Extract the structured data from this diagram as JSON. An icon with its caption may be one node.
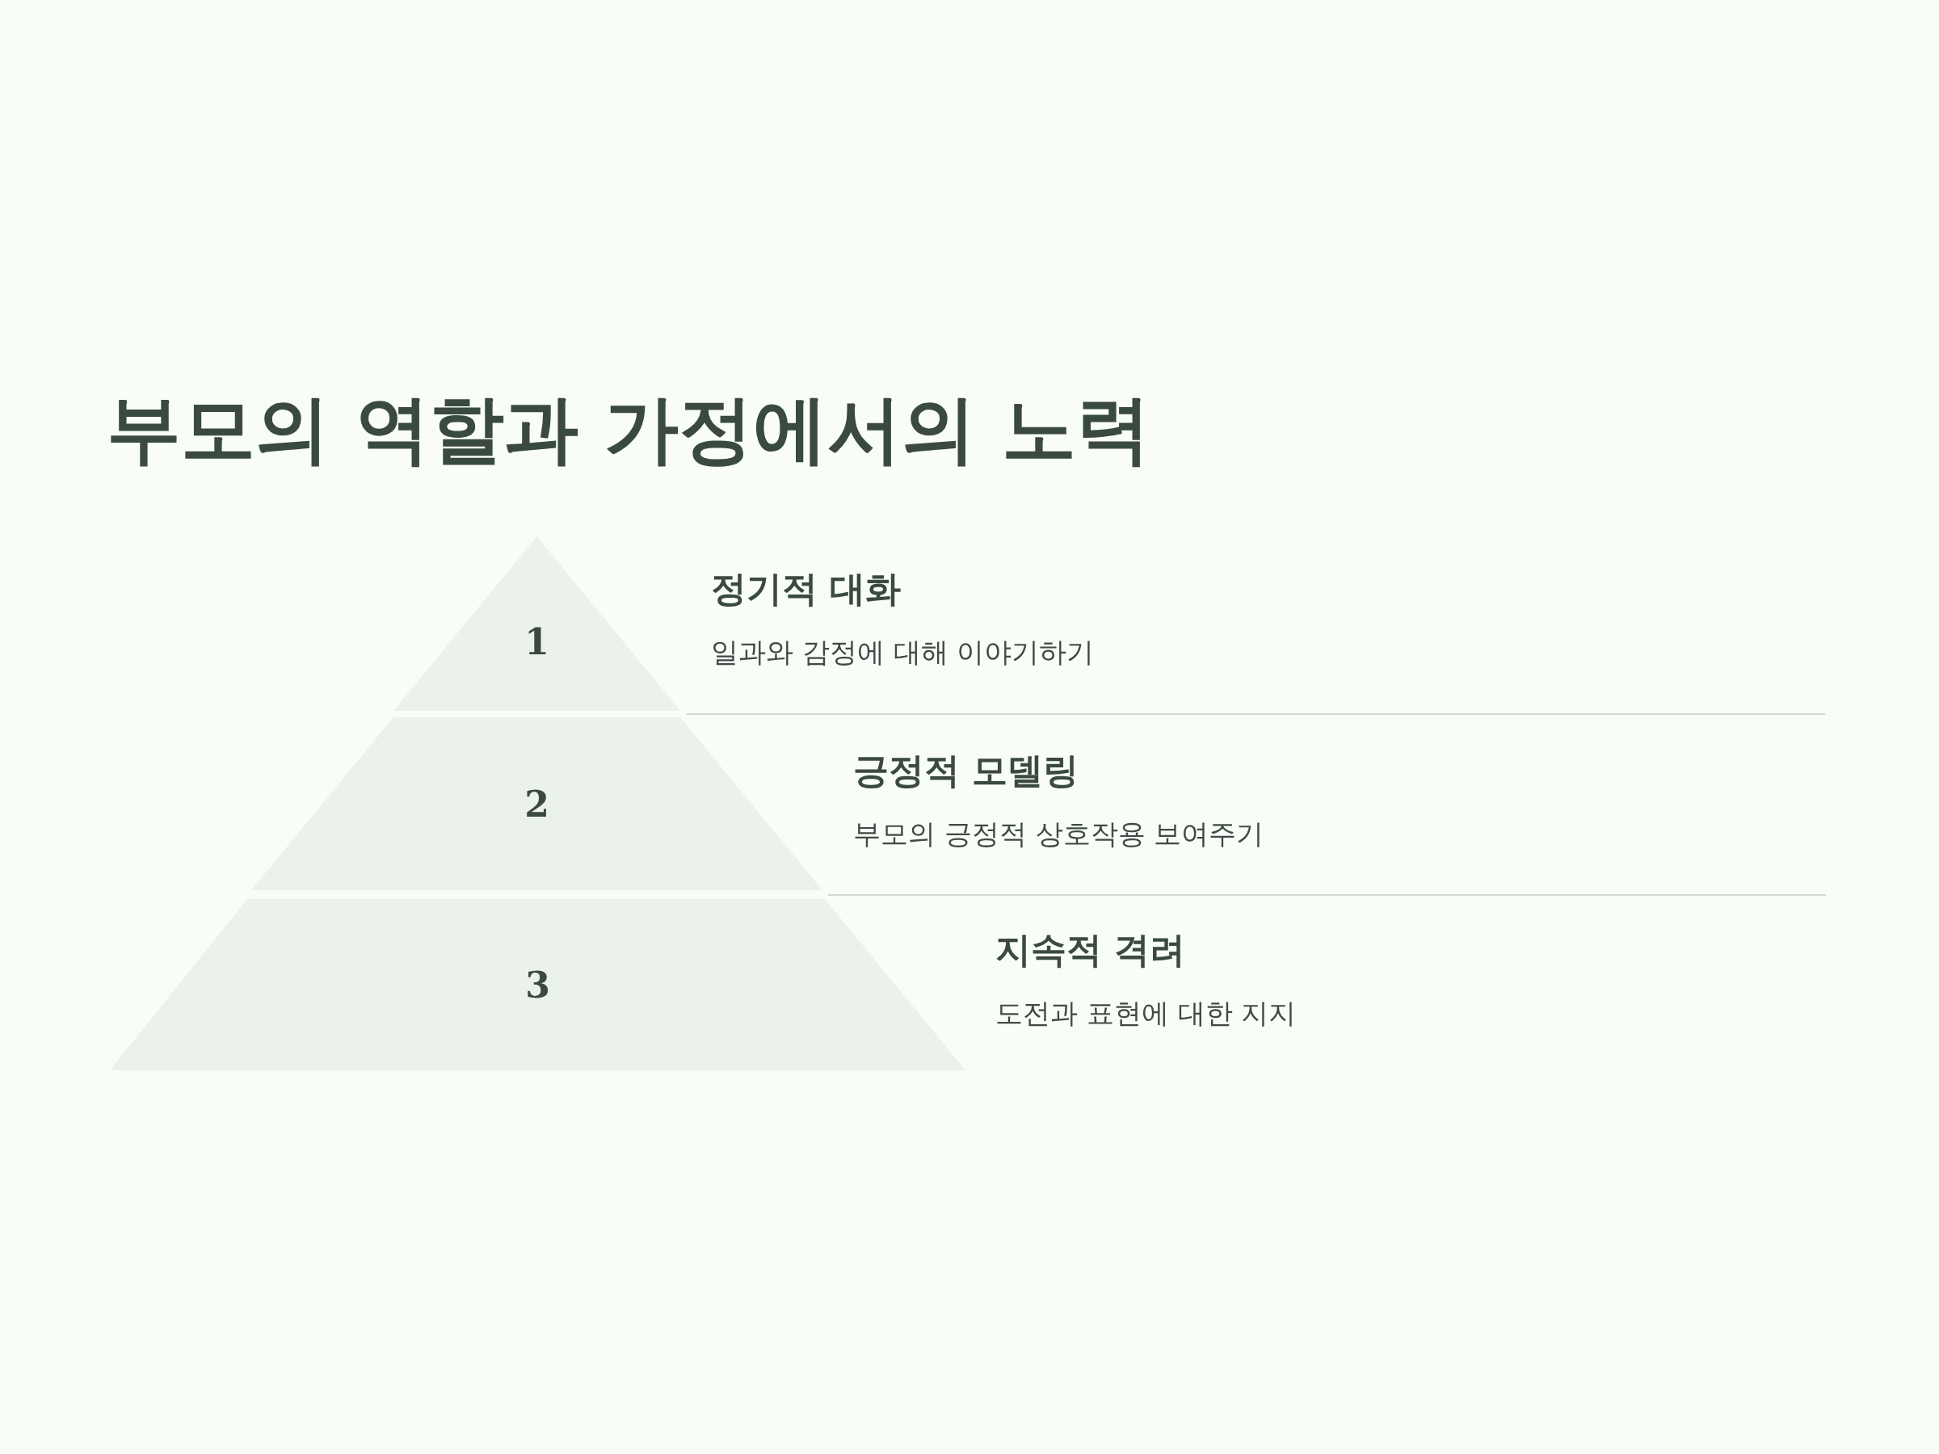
{
  "diagram": {
    "title": "부모의 역할과 가정에서의 노력",
    "nodes": [
      {
        "text": [
          "1"
        ],
        "beside": [
          "정기적 대화",
          "일과와 감정에 대해 이야기하기"
        ]
      },
      {
        "text": [
          "2"
        ],
        "beside": [
          "긍정적 모델링",
          "부모의 긍정적 상호작용 보여주기"
        ]
      },
      {
        "text": [
          "3"
        ],
        "beside": [
          "지속적 격려",
          "도전과 표현에 대한 지지"
        ]
      }
    ],
    "edges": []
  }
}
